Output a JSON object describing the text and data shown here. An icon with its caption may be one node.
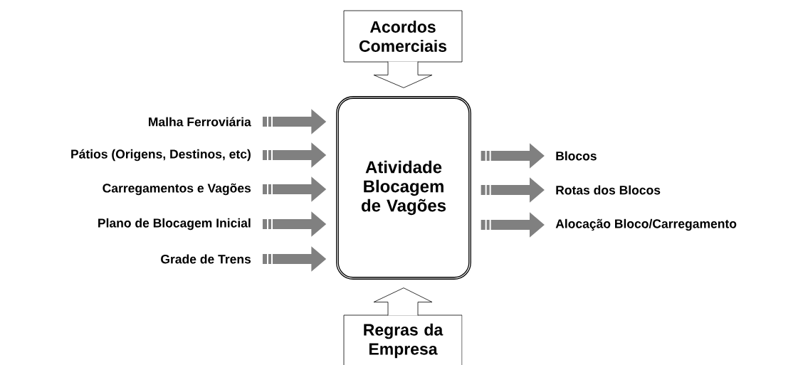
{
  "diagram": {
    "nodes": [
      {
        "text": [
          "Atividade Blocagem de Vagões"
        ]
      },
      {
        "text": [
          "Acordos Comerciais"
        ]
      },
      {
        "text": [
          "Regras da Empresa"
        ]
      },
      {
        "text": [
          "Malha Ferroviária"
        ]
      },
      {
        "text": [
          "Pátios (Origens, Destinos, etc)"
        ]
      },
      {
        "text": [
          "Carregamentos e Vagões"
        ]
      },
      {
        "text": [
          "Plano de Blocagem Inicial"
        ]
      },
      {
        "text": [
          "Grade de Trens"
        ]
      },
      {
        "text": [
          "Blocos"
        ]
      },
      {
        "text": [
          "Rotas dos Blocos"
        ]
      },
      {
        "text": [
          "Alocação Bloco/Carregamento"
        ]
      }
    ],
    "edges": [
      {
        "from": 1,
        "to": 0,
        "arrow": "to",
        "color": "#000000"
      },
      {
        "from": 2,
        "to": 0,
        "arrow": "to",
        "color": "#000000"
      },
      {
        "from": 3,
        "to": 0,
        "arrow": "to"
      },
      {
        "from": 4,
        "to": 0,
        "arrow": "to"
      },
      {
        "from": 5,
        "to": 0,
        "arrow": "to"
      },
      {
        "from": 6,
        "to": 0,
        "arrow": "to"
      },
      {
        "from": 7,
        "to": 0,
        "arrow": "to"
      },
      {
        "from": 0,
        "to": 8,
        "arrow": "to"
      },
      {
        "from": 0,
        "to": 9,
        "arrow": "to"
      },
      {
        "from": 0,
        "to": 10,
        "arrow": "to"
      }
    ]
  }
}
